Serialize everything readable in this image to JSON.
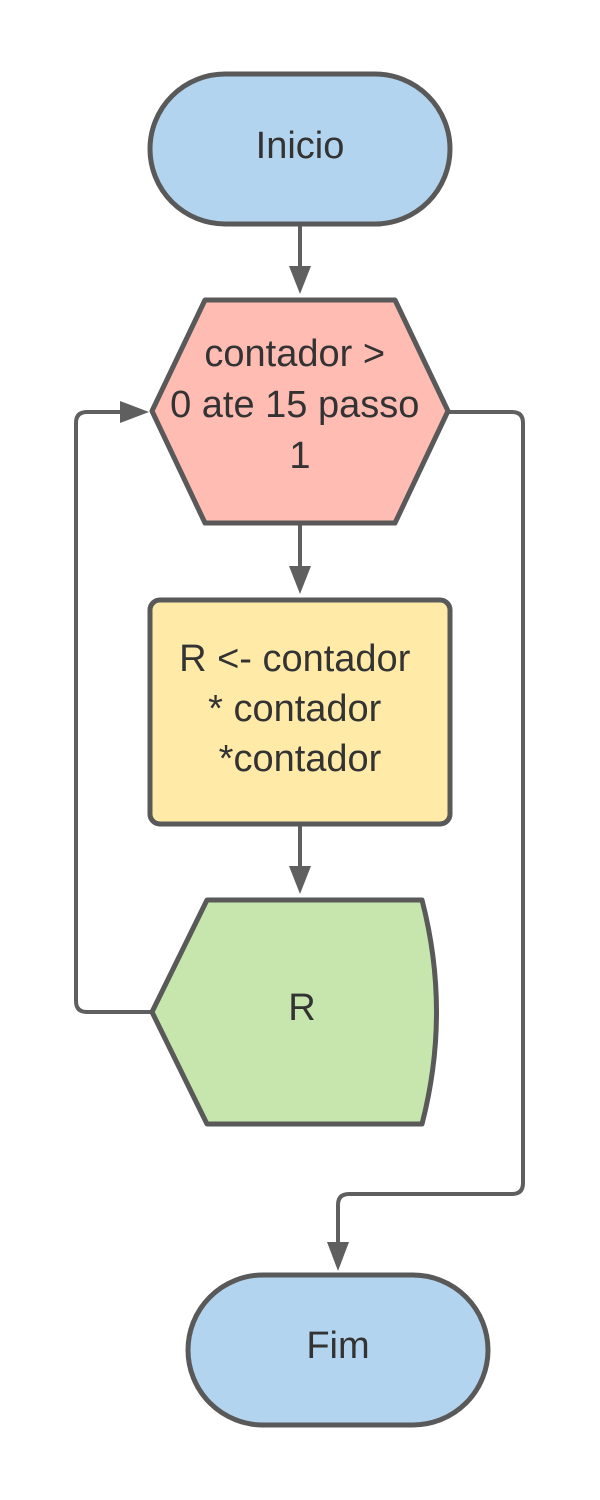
{
  "colors": {
    "terminal_fill": "#b3d4ef",
    "loop_fill": "#ffbcb3",
    "process_fill": "#ffeaa8",
    "display_fill": "#c7e6ad",
    "outline": "#595959",
    "connector": "#5f5f5f",
    "text": "#333333"
  },
  "nodes": {
    "start": {
      "shape": "terminator",
      "text": "Inicio"
    },
    "loop": {
      "shape": "hexagon",
      "lines": [
        "contador >",
        "0 ate 15 passo",
        "1"
      ]
    },
    "process": {
      "shape": "process",
      "lines": [
        "R <- contador",
        "* contador",
        "*contador"
      ]
    },
    "output": {
      "shape": "display",
      "text": "R"
    },
    "end": {
      "shape": "terminator",
      "text": "Fim"
    }
  },
  "edges": [
    {
      "from": "start",
      "to": "loop"
    },
    {
      "from": "loop",
      "to": "process"
    },
    {
      "from": "process",
      "to": "output"
    },
    {
      "from": "output",
      "to": "loop"
    },
    {
      "from": "loop",
      "to": "end"
    }
  ]
}
